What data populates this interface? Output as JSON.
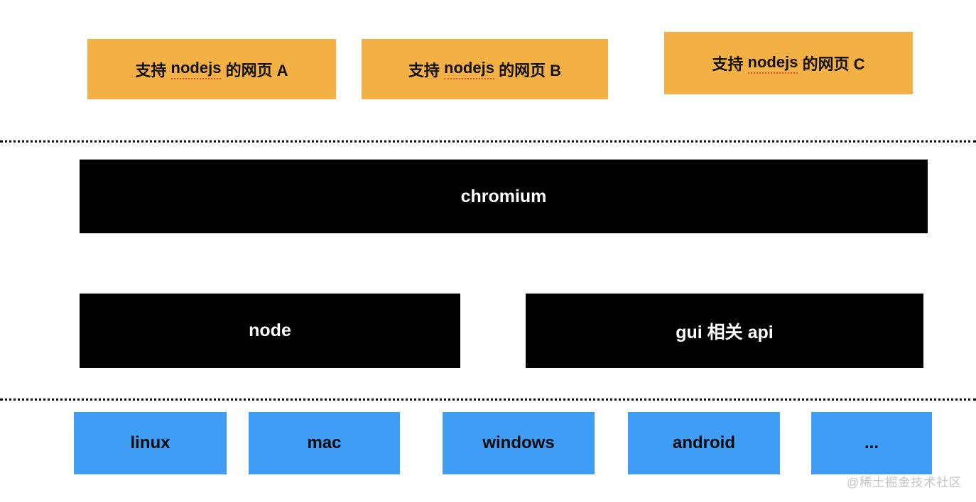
{
  "colors": {
    "background": "#ffffff",
    "webpage_box_orange": "#F2B045",
    "layer_box_black": "#000000",
    "platform_box_blue": "#3F9DF5",
    "layer_text_white": "#ffffff",
    "spellcheck_underline_red": "#e2543a",
    "watermark_gray": "#c5c5c5"
  },
  "top_row": {
    "boxes": [
      {
        "prefix": "支持 ",
        "highlight": "nodejs",
        "suffix": " 的网页 A"
      },
      {
        "prefix": "支持 ",
        "highlight": "nodejs",
        "suffix": " 的网页 B"
      },
      {
        "prefix": "支持 ",
        "highlight": "nodejs",
        "suffix": " 的网页 C"
      }
    ]
  },
  "browser_layer": {
    "label": "chromium"
  },
  "runtime_layer": {
    "node_label": "node",
    "gui_label": "gui 相关 api"
  },
  "platform_layer": {
    "labels": [
      "linux",
      "mac",
      "windows",
      "android",
      "..."
    ]
  },
  "watermark": {
    "text": "@稀土掘金技术社区"
  }
}
